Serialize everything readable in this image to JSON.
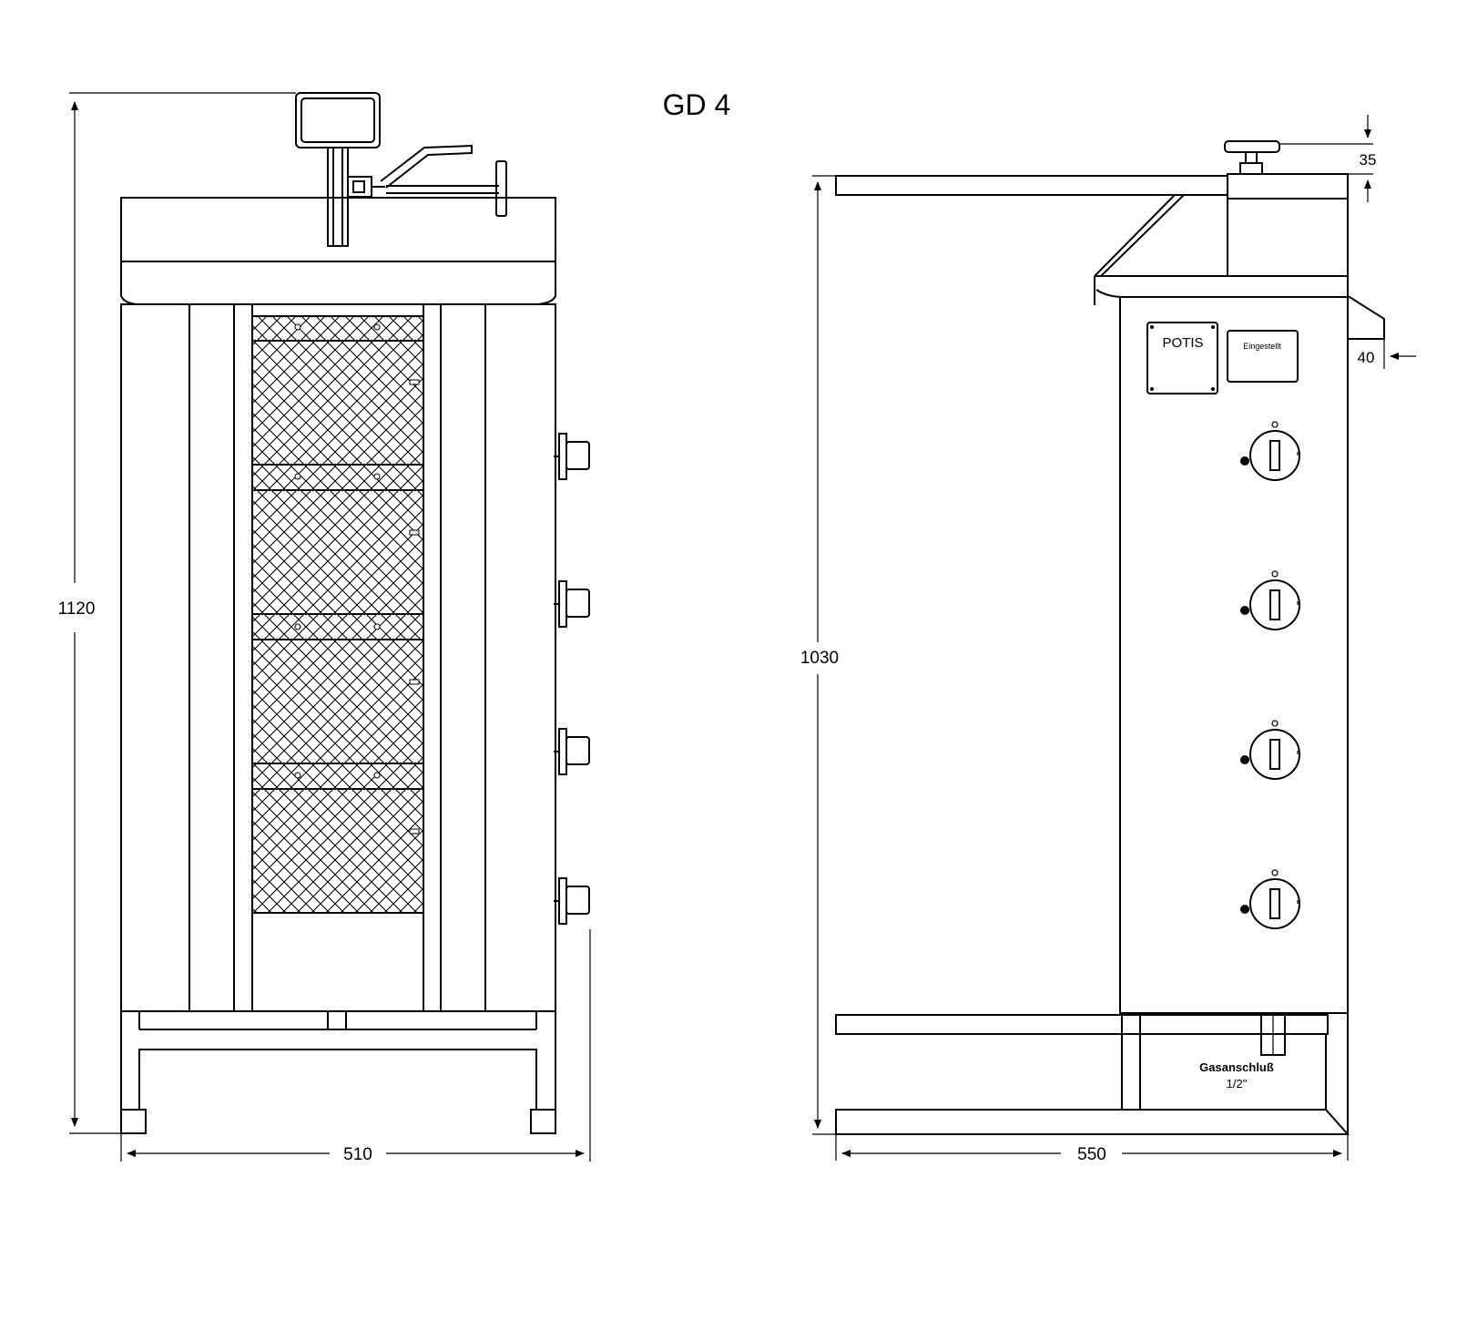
{
  "title": "GD 4",
  "front_view": {
    "height_dim": "1120",
    "width_dim": "510",
    "burner_count": 4,
    "knob_count": 4
  },
  "side_view": {
    "height_dim": "1030",
    "width_dim": "550",
    "top_dim": "35",
    "side_dim": "40",
    "brand_plate": "POTIS",
    "status_plate": "Eingestellt",
    "gas_label_line1": "Gasanschluß",
    "gas_label_line2": "1/2\"",
    "knob_count": 4
  },
  "colors": {
    "line": "#000000",
    "background": "#ffffff"
  }
}
